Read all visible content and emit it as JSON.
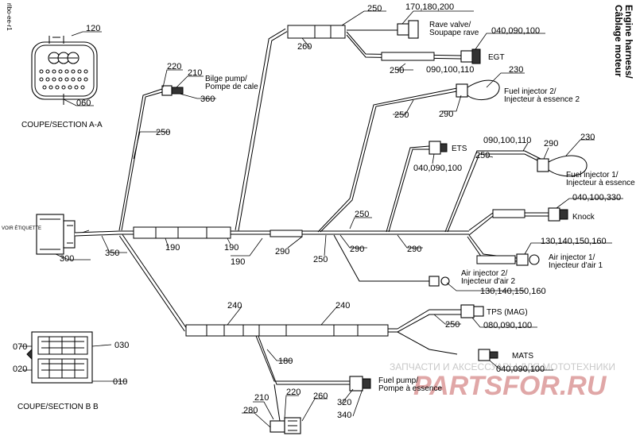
{
  "title": {
    "line1": "Engine harness/",
    "line2": "Câblage moteur"
  },
  "doc_code": "rlbo-ee-r1",
  "corner_note": "VOIR ÉTIQUETTE",
  "watermark": {
    "top": "ЗАПЧАСТИ И АКСЕССУАРЫ ДЛЯ МОТОТЕХНИКИ",
    "brand": "PARTSFOR.RU"
  },
  "sections": {
    "a": "COUPE/SECTION A-A",
    "b": "COUPE/SECTION B B"
  },
  "components": {
    "rave_valve": {
      "line1": "Rave valve/",
      "line2": "Soupape rave"
    },
    "egt": "EGT",
    "bilge_pump": {
      "line1": "Bilge pump/",
      "line2": "Pompe de cale"
    },
    "fuel_injector_2": {
      "line1": "Fuel injector 2/",
      "line2": "Injecteur à essence 2"
    },
    "fuel_injector_1": {
      "line1": "Fuel injector 1/",
      "line2": "Injecteur à essence 1"
    },
    "ets": "ETS",
    "knock": "Knock",
    "air_injector_1": {
      "line1": "Air injector 1/",
      "line2": "Injecteur d'air 1"
    },
    "air_injector_2": {
      "line1": "Air injector 2/",
      "line2": "Injecteur d'air 2"
    },
    "tps": "TPS (MAG)",
    "mats": "MATS",
    "fuel_pump": {
      "line1": "Fuel pump/",
      "line2": "Pompe à essence"
    }
  },
  "callouts": {
    "c120": "120",
    "c060": "060",
    "c220a": "220",
    "c210a": "210",
    "c360": "360",
    "c250a": "250",
    "c260a": "260",
    "c250b": "250",
    "c170": "170,180,200",
    "c040a": "040,090,100",
    "c250c": "250",
    "c090a": "090,100,110",
    "c230a": "230",
    "c250d": "250",
    "c290a": "290",
    "c090b": "090,100,110",
    "c290b": "290",
    "c230b": "230",
    "c250e": "250",
    "c040b": "040,090,100",
    "c040c": "040,100,330",
    "c250f": "250",
    "c290c": "290",
    "c290d": "290",
    "c130a": "130,140,150,160",
    "c300": "300",
    "c350": "350",
    "c190a": "190",
    "c190b": "190",
    "c190c": "190",
    "c290e": "290",
    "c250g": "250",
    "c130b": "130,140,150,160",
    "c240a": "240",
    "c240b": "240",
    "c080": "080,090,100",
    "c250h": "250",
    "c070": "070",
    "c030": "030",
    "c020": "020",
    "c010": "010",
    "c180": "180",
    "c040d": "040,090,100",
    "c210b": "210",
    "c220b": "220",
    "c260b": "260",
    "c280": "280",
    "c320": "320",
    "c340": "340"
  }
}
